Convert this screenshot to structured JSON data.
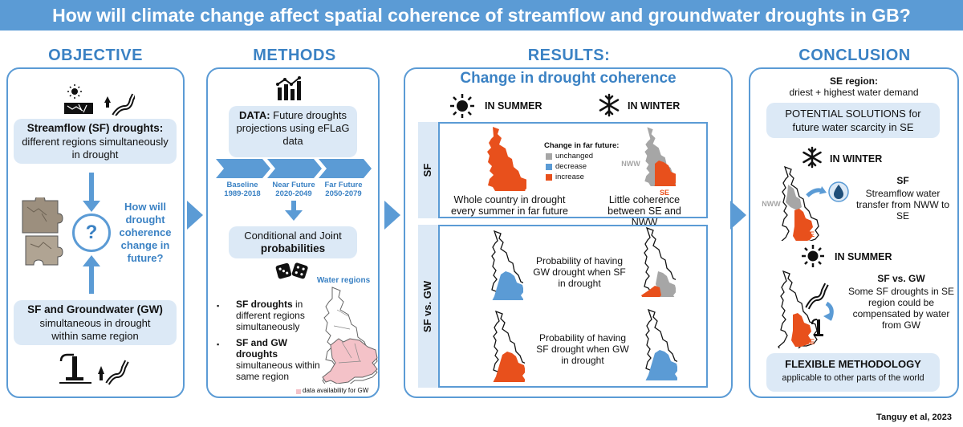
{
  "title": "How will climate change affect spatial coherence of streamflow and groundwater droughts in GB?",
  "columns": {
    "objective": "OBJECTIVE",
    "methods": "METHODS",
    "results": "RESULTS:",
    "conclusion": "CONCLUSION"
  },
  "objective": {
    "sf_title": "Streamflow (SF) droughts:",
    "sf_body": "different regions simultaneously in drought",
    "question": "How will drought coherence change in future?",
    "question_mark": "?",
    "gw_title": "SF and Groundwater (GW)",
    "gw_body": "simultaneous in drought within same region"
  },
  "methods": {
    "data_bold": "DATA:",
    "data_rest": "Future droughts projections using eFLaG data",
    "periods": [
      {
        "name": "Baseline",
        "years": "1989-2018"
      },
      {
        "name": "Near Future",
        "years": "2020-2049"
      },
      {
        "name": "Far Future",
        "years": "2050-2079"
      }
    ],
    "prob_line1": "Conditional and Joint",
    "prob_line2": "probabilities",
    "bullet1_bold": "SF droughts",
    "bullet1_rest": "in different regions simultaneously",
    "bullet2_bold": "SF and GW droughts",
    "bullet2_rest": "simultaneous within same region",
    "map_title": "Water regions",
    "map_note": "data availability for GW"
  },
  "results": {
    "subtitle": "Change in drought coherence",
    "summer": "IN SUMMER",
    "winter": "IN WINTER",
    "sf_label": "SF",
    "sfgw_label": "SF vs. GW",
    "legend_title": "Change in far future:",
    "legend": [
      {
        "label": "unchanged",
        "color": "#a6a6a6"
      },
      {
        "label": "decrease",
        "color": "#5b9bd5"
      },
      {
        "label": "increase",
        "color": "#e8501c"
      }
    ],
    "sf_summer_caption": "Whole country in drought every summer in far future",
    "sf_winter_caption": "Little coherence between SE and NWW",
    "nww": "NWW",
    "se": "SE",
    "gw_given_sf": "Probability of having GW drought when SF in drought",
    "sf_given_gw": "Probability of having SF drought when GW in drought"
  },
  "conclusion": {
    "se_title": "SE region:",
    "se_body": "driest + highest water demand",
    "solutions": "POTENTIAL SOLUTIONS for future water scarcity in SE",
    "winter": "IN WINTER",
    "winter_title": "SF",
    "winter_body": "Streamflow water transfer from NWW to SE",
    "summer": "IN SUMMER",
    "summer_title": "SF vs. GW",
    "summer_body": "Some SF droughts in SE region could be compensated by water from GW",
    "nww": "NWW",
    "se": "SE",
    "flex_title": "FLEXIBLE METHODOLOGY",
    "flex_body": "applicable to other parts of the world"
  },
  "citation": "Tanguy et al, 2023",
  "colors": {
    "accent": "#5b9bd5",
    "accent_text": "#3b82c4",
    "light": "#dce9f6",
    "increase": "#e8501c",
    "decrease": "#5b9bd5",
    "unchanged": "#a6a6a6",
    "pink": "#f4c2c8"
  }
}
